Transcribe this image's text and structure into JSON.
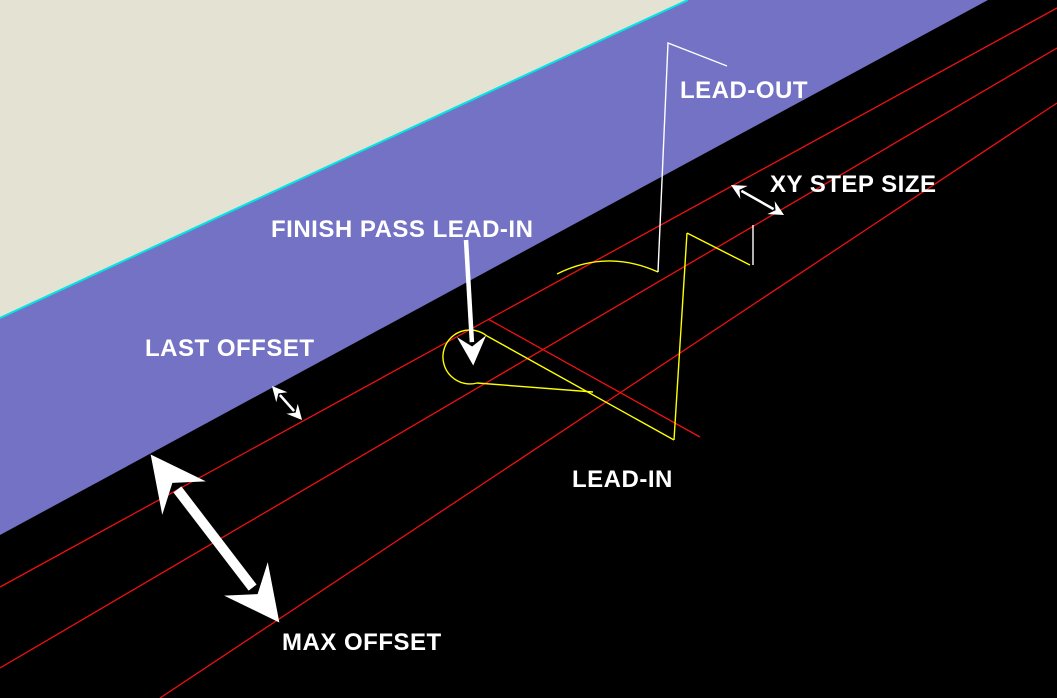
{
  "diagram": {
    "description": "CAM machining toolpath illustration: sloped stock face with parallel offset passes, lead-in and lead-out moves",
    "labels": {
      "lead_out": "LEAD-OUT",
      "xy_step_size": "XY STEP SIZE",
      "finish_pass_lead_in": "FINISH PASS LEAD-IN",
      "last_offset": "LAST OFFSET",
      "lead_in": "LEAD-IN",
      "max_offset": "MAX OFFSET"
    },
    "annotations": {
      "xy_step_size": {
        "label": "XY STEP SIZE",
        "arrow_type": "double-headed",
        "spans": "between adjacent red offset passes"
      },
      "last_offset": {
        "label": "LAST OFFSET",
        "arrow_type": "double-headed",
        "spans": "between slope edge and first red offset pass"
      },
      "max_offset": {
        "label": "MAX OFFSET",
        "arrow_type": "double-headed",
        "spans": "between slope edge and farthest red offset pass"
      },
      "finish_pass_lead_in": {
        "label": "FINISH PASS LEAD-IN",
        "arrow_type": "single-headed",
        "points_to": "yellow lead-in loop"
      },
      "lead_in": {
        "label": "LEAD-IN",
        "points_to": "yellow lead-in vertex"
      },
      "lead_out": {
        "label": "LEAD-OUT",
        "points_to": "white lead-out polyline"
      }
    },
    "colors": {
      "background": "#000000",
      "stock_top": "#E4E3D3",
      "slope_face": "#7472C4",
      "edge_highlight": "#00E4E4",
      "offset_pass": "#EE1111",
      "toolpath": "#FFFF00",
      "annotation": "#FFFFFF"
    },
    "offset_pass_count": 3
  }
}
